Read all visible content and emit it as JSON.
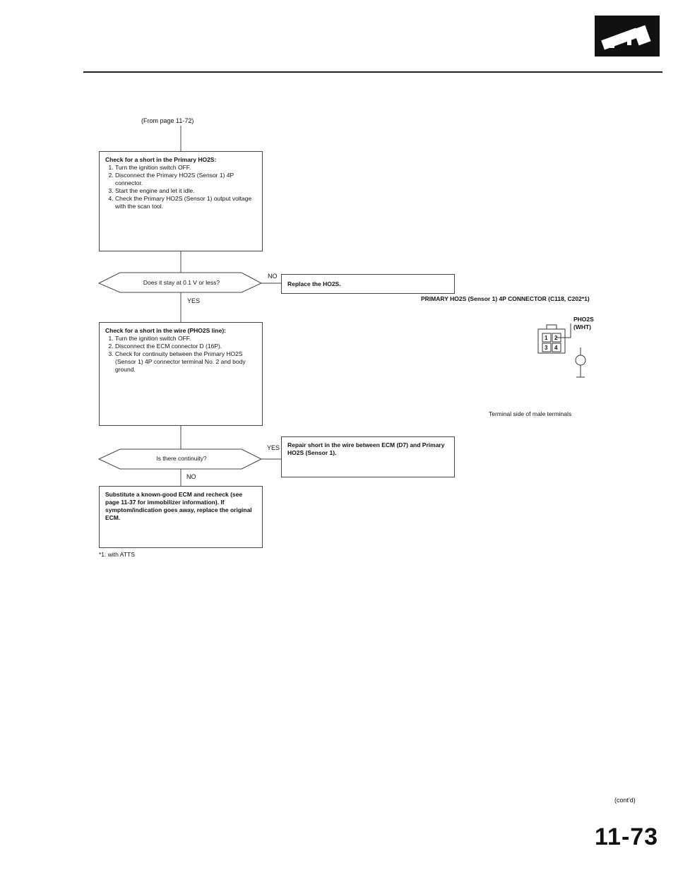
{
  "header": {
    "from_page": "(From page 11-72)",
    "icon": "engine-control-icon"
  },
  "flow": {
    "step1": {
      "title": "Check for a short in the Primary HO2S:",
      "items": [
        "Turn the ignition switch OFF.",
        "Disconnect the Primary HO2S (Sensor 1) 4P connector.",
        "Start the engine and let it idle.",
        "Check the Primary HO2S (Sensor 1) output voltage with the scan tool."
      ]
    },
    "decision1": "Does it stay at 0.1 V or less?",
    "decision1_no": "NO",
    "decision1_yes": "YES",
    "action1": "Replace the HO2S.",
    "step2": {
      "title": "Check for a short in the wire (PHO2S line):",
      "items": [
        "Turn the ignition switch OFF.",
        "Disconnect the ECM connector D (16P).",
        "Check for continuity between the Primary HO2S (Sensor 1) 4P connector terminal No. 2 and body ground."
      ]
    },
    "decision2": "Is there continuity?",
    "decision2_yes": "YES",
    "decision2_no": "NO",
    "action2": "Repair short in the wire between ECM (D7) and Primary HO2S (Sensor 1).",
    "step3": "Substitute a known-good ECM and recheck (see page 11-37 for immobilizer information). If symptom/indication goes away, replace the original ECM.",
    "footnote": "*1: with ATTS"
  },
  "connector": {
    "title": "PRIMARY HO2S (Sensor 1) 4P CONNECTOR (C118, C202*1)",
    "wire_name": "PHO2S",
    "wire_color": "(WHT)",
    "pins": [
      "1",
      "2",
      "3",
      "4"
    ],
    "caption": "Terminal side of male terminals"
  },
  "footer": {
    "contd": "(cont'd)",
    "page_number": "11-73"
  }
}
